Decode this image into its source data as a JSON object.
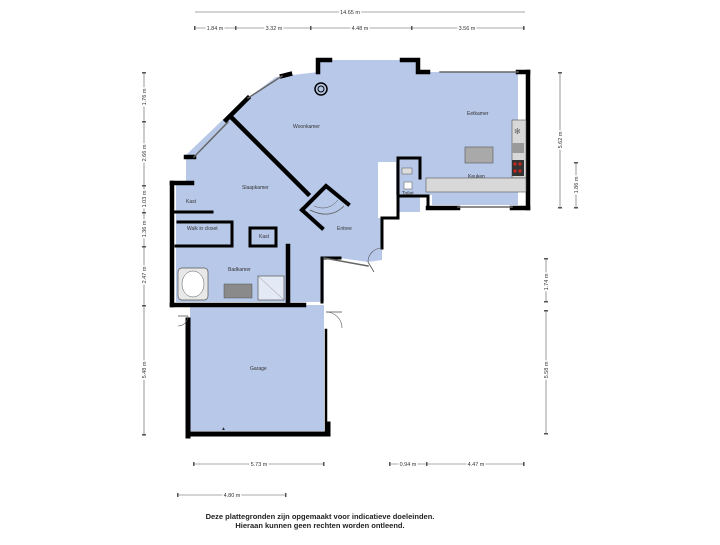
{
  "rooms": {
    "woonkamer": "Woonkamer",
    "eetkamer": "Eetkamer",
    "keuken": "Keuken",
    "slaapkamer": "Slaapkamer",
    "kast_1": "Kast",
    "kast_2": "Kast",
    "walk_in_closet": "Walk in closet",
    "badkamer": "Badkamer",
    "entree": "Entree",
    "toilet": "Toilet",
    "garage": "Garage"
  },
  "dimensions": {
    "top_total": "14.65 m",
    "top_1": "1.84 m",
    "top_2": "3.32 m",
    "top_3": "4.48 m",
    "top_4": "3.56 m",
    "left_1": "1.76 m",
    "left_2": "2.66 m",
    "left_3": "1.03 m",
    "left_4": "1.36 m",
    "left_5": "2.47 m",
    "left_6": "5.48 m",
    "right_1": "5.62 m",
    "right_2": "1.86 m",
    "right_3": "1.74 m",
    "right_4": "5.58 m",
    "bottom_1": "5.73 m",
    "bottom_2": "0.94 m",
    "bottom_3": "4.47 m",
    "bottom_4": "4.80 m"
  },
  "disclaimer": {
    "line1": "Deze plattegronden zijn opgemaakt voor indicatieve doeleinden.",
    "line2": "Hieraan kunnen geen rechten worden ontleend."
  },
  "colors": {
    "floor": "#b8c8e8",
    "wall": "#000000",
    "fixture": "#8a8a8a"
  }
}
